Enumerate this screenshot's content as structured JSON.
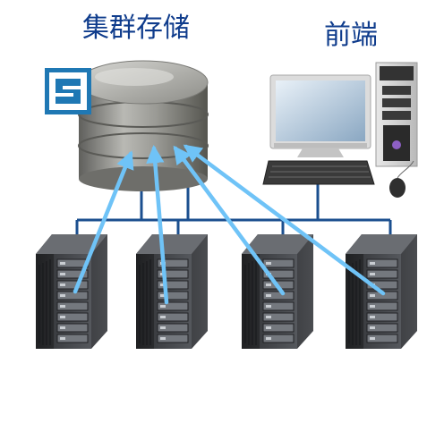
{
  "labels": {
    "storage": "集群存储",
    "frontend": "前端"
  },
  "colors": {
    "label_text": "#0f3c8c",
    "network": "#1b4f8f",
    "data_flow": "#6fc3f7",
    "storage_body": "#8a8a87",
    "server_body": "#2e3033",
    "logo": "#1f78b4"
  },
  "icons": {
    "storage": "storage-cylinder-icon",
    "logo": "logo-icon",
    "frontend": "desktop-computer-icon",
    "server": "rack-server-icon"
  },
  "servers": [
    {
      "id": "server-1"
    },
    {
      "id": "server-2"
    },
    {
      "id": "server-3"
    },
    {
      "id": "server-4"
    }
  ]
}
